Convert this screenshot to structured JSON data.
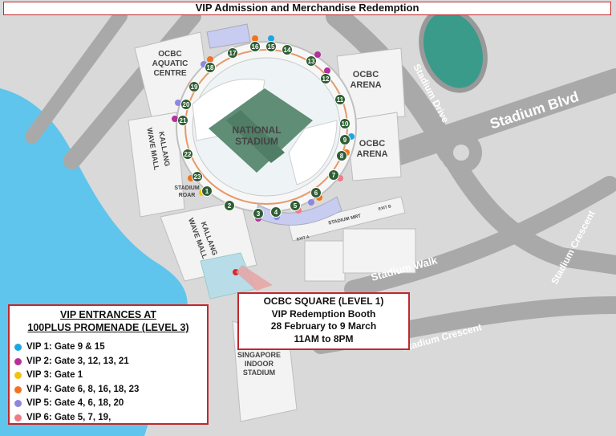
{
  "title": "VIP Admission and Merchandise Redemption",
  "legend": {
    "heading_line1": "VIP ENTRANCES AT",
    "heading_line2": "100PLUS PROMENADE (LEVEL 3)",
    "items": [
      {
        "label": "VIP 1: Gate 9 & 15",
        "color": "#1aa6e4"
      },
      {
        "label": "VIP 2: Gate 3, 12, 13, 21",
        "color": "#b5309c"
      },
      {
        "label": "VIP 3: Gate 1",
        "color": "#f4c20d"
      },
      {
        "label": "VIP 4: Gate 6, 8, 16, 18, 23",
        "color": "#f0731f"
      },
      {
        "label": "VIP 5: Gate 4, 6, 18, 20",
        "color": "#8e86e0"
      },
      {
        "label": "VIP 6: Gate 5, 7, 19,",
        "color": "#ee7c86"
      }
    ]
  },
  "booth": {
    "line1": "OCBC SQUARE (LEVEL 1)",
    "line2": "VIP Redemption Booth",
    "line3": "28 February to 9 March",
    "line4": "11AM to 8PM"
  },
  "labels": {
    "aquatic_1": "OCBC",
    "aquatic_2": "AQUATIC",
    "aquatic_3": "CENTRE",
    "arena_a1": "OCBC",
    "arena_a2": "ARENA",
    "arena_b1": "OCBC",
    "arena_b2": "ARENA",
    "stadium_1": "NATIONAL",
    "stadium_2": "STADIUM",
    "kwm_a1": "KALLANG",
    "kwm_a2": "WAVE MALL",
    "kwm_b1": "KALLANG",
    "kwm_b2": "WAVE MALL",
    "roar_1": "STADIUM",
    "roar_2": "ROAR",
    "sis_1": "SINGAPORE",
    "sis_2": "INDOOR",
    "sis_3": "STADIUM",
    "road_blvd": "Stadium Blvd",
    "road_drive": "Stadium Drive",
    "road_walk": "Stadium Walk",
    "road_crescent_a": "Stadium Crescent",
    "road_crescent_b": "Stadium Crescent",
    "stadium_mrt": "STADIUM MRT",
    "exit_a": "EXIT A",
    "exit_b": "EXIT B"
  },
  "gates": [
    "1",
    "2",
    "3",
    "4",
    "5",
    "6",
    "7",
    "8",
    "9",
    "10",
    "11",
    "12",
    "13",
    "14",
    "15",
    "16",
    "17",
    "18",
    "19",
    "20",
    "21",
    "22",
    "23"
  ]
}
